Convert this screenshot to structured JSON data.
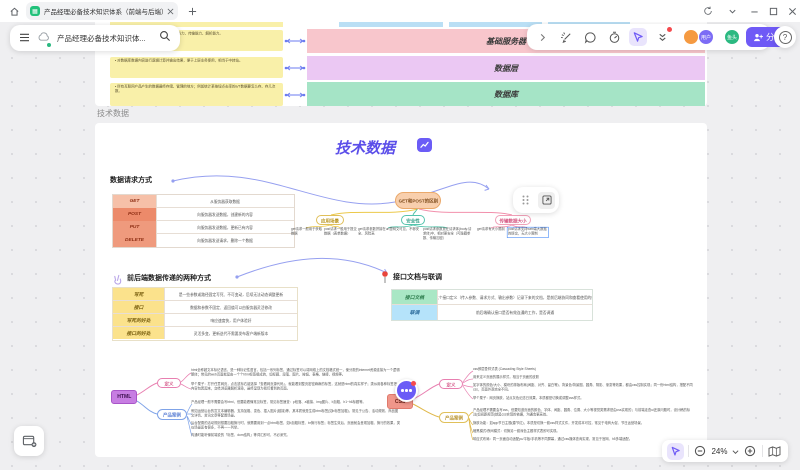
{
  "browser": {
    "tab_title": "产品经理必备技术知识体系（前端与后端）"
  },
  "doc_toolbar": {
    "title": "产品经理必备技术知识体..."
  },
  "collab": {
    "avatars": [
      {
        "text": "",
        "color": "#f59a41"
      },
      {
        "text": "用户",
        "color": "#7c6cf5"
      },
      {
        "text": "鱼头",
        "color": "#2bb981"
      }
    ],
    "share_label": "分享",
    "help_label": "?"
  },
  "overview": {
    "notes": [
      "理与部署，通常为具备基础的能力：存储能力、传输能力、解析能力。",
      "• 对数据库数据内容进行逻辑计算并输出结果，便于上层业务使用，相当于中转站。",
      "• 所有互联网产品产生的数据最终存储、管理的地方；例如统计某按钮点击率的a/T数据要怎么存、存几次数。"
    ],
    "bars": [
      {
        "label": "基础服务器",
        "color": "#f8c6cc"
      },
      {
        "label": "数据层",
        "color": "#ebc8f3"
      },
      {
        "label": "数据库",
        "color": "#a5e4c6"
      }
    ]
  },
  "frame": {
    "label": "技术数据",
    "title": "技术数据",
    "request_methods": {
      "heading": "数据请求方式",
      "rows": [
        {
          "method": "GET",
          "desc": "从服务器获取数据"
        },
        {
          "method": "POST",
          "desc": "向服务器发送数据，创建新的内容"
        },
        {
          "method": "PUT",
          "desc": "向服务器发送数据，更新已有内容"
        },
        {
          "method": "DELETE",
          "desc": "向服务器发送请求，删除一个数据"
        }
      ]
    },
    "getpost": {
      "root": "GET和POST的区别",
      "children": [
        {
          "label": "应用场景",
          "leaves": [
            "get请求一般用于获取数据",
            "post请求一般用于提交数据（表单数据）"
          ]
        },
        {
          "label": "安全性",
          "leaves": [
            "get请求参数拼接在url里明文可见，不够安全、风险高",
            "post请求参数放在请求体(body:请求体)中，相对更安全（可隐藏参数、传输加密）"
          ]
        },
        {
          "label": "传输数据大小",
          "leaves": [
            "get请求有大小限制",
            "post请求支持web端大数据的提交，无大小限制"
          ]
        }
      ]
    },
    "transfer": {
      "heading": "前后端数据传递的两种方式",
      "rows": [
        {
          "label": "写死",
          "desc": "是一些参数或路径固定写死、不可变动，后续无法动态调整更新"
        },
        {
          "label": "接口",
          "desc": "数据和参数不固定、返回值可以由服务器灵活修改"
        },
        {
          "label": "写死的好处",
          "desc": "响应速度快，用户体验好"
        },
        {
          "label": "接口的好处",
          "desc": "灵活多变，更新迭代不需要发布客户端新版本"
        }
      ]
    },
    "api": {
      "heading": "接口文档与联调",
      "rows": [
        {
          "label": "接口文档",
          "desc": "将某个接口定义（传入参数、请求方式、输出参数）记录下来的文档，是前后端协同和查看使用的依据"
        },
        {
          "label": "联调",
          "desc": "前后端确认接口是否有效连通的工作，是否调通"
        }
      ]
    },
    "html_map": {
      "root": "HTML",
      "branches": [
        {
          "label": "定义",
          "leaves": [
            "html全称超文本标记语言，是一种标记性语言，包括一系列标签，通过标签可以将网络上的文档格式统一，使分散的internet资源连接为一个逻辑整体；常见的web页面就是由一个个html标签组成的，如标题、段落、图片、按钮、表格、链接、视频等。",
            "举个栗子：打开任意网页，点击鼠标右键选择「查看网页源代码」，就能看到整页密密麻麻的标签，这就是html的真实样子；类似用各种标签把内容包裹起来，交给浏览器解析渲染，最终呈现为我们看到的页面。"
          ]
        },
        {
          "label": "产品案例",
          "leaves": [
            "产品经理一般不需要会写html，但要能看懂常见标签，常见标签速查：p段落、a链接、img图片、b加粗、h1~h6标题等。",
            "例如运营后台的富文本编辑器，支持加粗、变色、插入图片(链接)等，其本质就是生成html标签(如b标签加粗)，常见于公告、活动规则、商品图文详情、资讯文章等配置场景。",
            "后台配置的活动规则想要加粗换行时，就需要用到一点html标签，如b加粗标签、br换行标签；标签生效后，页面就会呈现加粗、换行的效果，类似场景还有很多，不再一一列举。",
            "沟通时能听懂前端说的「标签、dom结构」等词汇即可，不必深究。"
          ]
        }
      ]
    },
    "css_map": {
      "root": "CSS",
      "branches": [
        {
          "label": "定义",
          "leaves": [
            "css即层叠样式表 (Cascading Style Sheets)",
            "用来定义页面的展示样式，相当于页面的皮肤",
            "如字体的颜色/大小、模块的排版布局(间距、对齐、留白等)、背景色/背景图、圆角、阴影、渐变等效果，都由css控制实现；同一份html结构，搭配不同css，页面外观完全不同。",
            "举个栗子：网页换肤、站点灰色纪念日效果，本质都是切换或调整css样式。"
          ]
        },
        {
          "label": "产品案例",
          "leaves": [
            "产品经理不需要会写css，但要知道页面的颜色、字体、间距、圆角、位置、大小等视觉类需求是由css实现的；与前端走查ui还原问题时，设计稿的标注(如间距规范)就是css实现的依据，沟通会更高效。",
            "换肤功能：如app节日主题(春节红)，本质是切换一套css样式文件，开发成本可控，常见于电商大促、节日运营场景。",
            "暗黑模式/夜间模式：切换另一套深色主题样式表即可实现。",
            "响应式布局：同一页面自动适配pc/平板/手机等不同屏幕，通过css媒体查询实现，常见于官网、h5多端适配。"
          ]
        }
      ]
    }
  },
  "bottom": {
    "zoom_level": "24%"
  }
}
